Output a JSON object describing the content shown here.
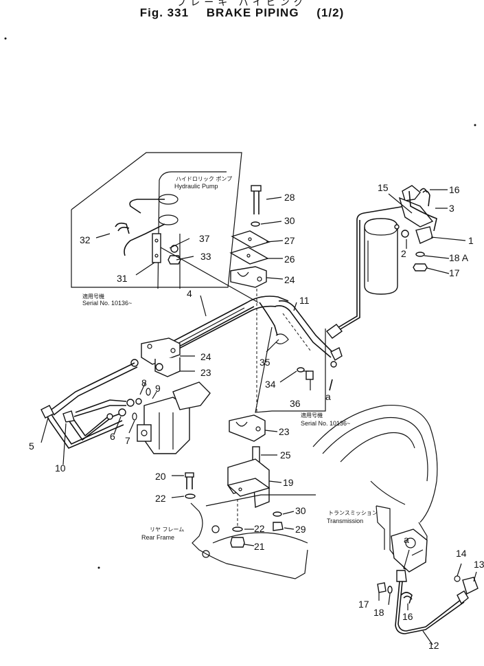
{
  "title": {
    "jp": "ブレーキ パイピング",
    "fig": "Fig. 331",
    "name": "BRAKE PIPING",
    "sheet": "(1/2)"
  },
  "labels": {
    "hydraulic_pump_jp": "ハイドロリック ポンプ",
    "hydraulic_pump": "Hydraulic Pump",
    "applicable_jp_1": "適用号機",
    "serial_1": "Serial No. 10136~",
    "applicable_jp_2": "適用号機",
    "serial_2": "Serial No. 10136~",
    "transmission_jp": "トランスミッション",
    "transmission": "Transmission",
    "rear_frame_jp": "リヤ フレーム",
    "rear_frame": "Rear Frame",
    "connector_a_1": "a",
    "connector_a_2": "a"
  },
  "callouts": {
    "c1": "1",
    "c2": "2",
    "c3": "3",
    "c4": "4",
    "c5": "5",
    "c6": "6",
    "c7": "7",
    "c8": "8",
    "c9": "9",
    "c10": "10",
    "c11": "11",
    "c12": "12",
    "c13": "13",
    "c14": "14",
    "c15": "15",
    "c16a": "16",
    "c16b": "16",
    "c17a": "17",
    "c17b": "17",
    "c18a": "18 A",
    "c18b": "18",
    "c19": "19",
    "c20": "20",
    "c21": "21",
    "c22a": "22",
    "c22b": "22",
    "c23a": "23",
    "c23b": "23",
    "c24a": "24",
    "c24b": "24",
    "c25": "25",
    "c26": "26",
    "c27": "27",
    "c28": "28",
    "c29": "29",
    "c30a": "30",
    "c30b": "30",
    "c31": "31",
    "c32": "32",
    "c33": "33",
    "c34": "34",
    "c35": "35",
    "c36": "36",
    "c37": "37"
  }
}
